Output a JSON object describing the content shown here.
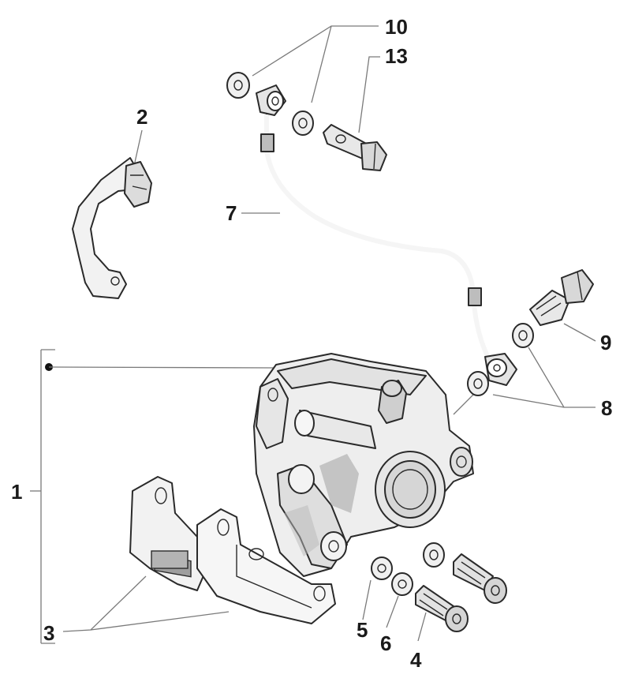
{
  "callouts": {
    "c1": "1",
    "c2": "2",
    "c3": "3",
    "c4": "4",
    "c5": "5",
    "c6": "6",
    "c7": "7",
    "c8": "8",
    "c9": "9",
    "c10": "10",
    "c13": "13"
  },
  "colors": {
    "line": "#2a2a2a",
    "leader": "#7a7a7a",
    "fill_light": "#ededed",
    "fill_mid": "#d2d2d2",
    "fill_dark": "#9e9e9e"
  }
}
